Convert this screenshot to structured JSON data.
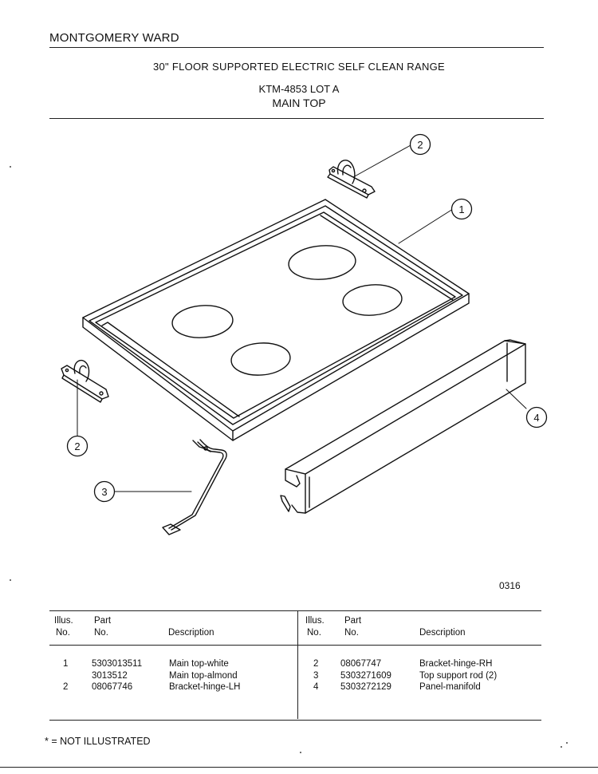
{
  "header": {
    "brand": "MONTGOMERY WARD",
    "title": "30\" FLOOR SUPPORTED ELECTRIC SELF CLEAN RANGE",
    "model": "KTM-4853 LOT A",
    "section": "MAIN TOP"
  },
  "diagram": {
    "callouts": [
      "1",
      "2",
      "2",
      "3",
      "4"
    ],
    "figure_number": "0316"
  },
  "table": {
    "left_headers": {
      "illus": "Illus.",
      "illus_no": "No.",
      "part": "Part",
      "part_no": "No.",
      "description": "Description"
    },
    "right_headers": {
      "illus": "Illus.",
      "illus_no": "No.",
      "part": "Part",
      "part_no": "No.",
      "description": "Description"
    },
    "left_rows": [
      {
        "illus": "1",
        "part": "5303013511",
        "description": "Main top-white"
      },
      {
        "illus": "",
        "part": "3013512",
        "description": "Main top-almond"
      },
      {
        "illus": "2",
        "part": "08067746",
        "description": "Bracket-hinge-LH"
      }
    ],
    "right_rows": [
      {
        "illus": "2",
        "part": "08067747",
        "description": "Bracket-hinge-RH"
      },
      {
        "illus": "3",
        "part": "5303271609",
        "description": "Top support rod (2)"
      },
      {
        "illus": "4",
        "part": "5303272129",
        "description": "Panel-manifold"
      }
    ]
  },
  "footer": {
    "note": "* = NOT ILLUSTRATED"
  }
}
